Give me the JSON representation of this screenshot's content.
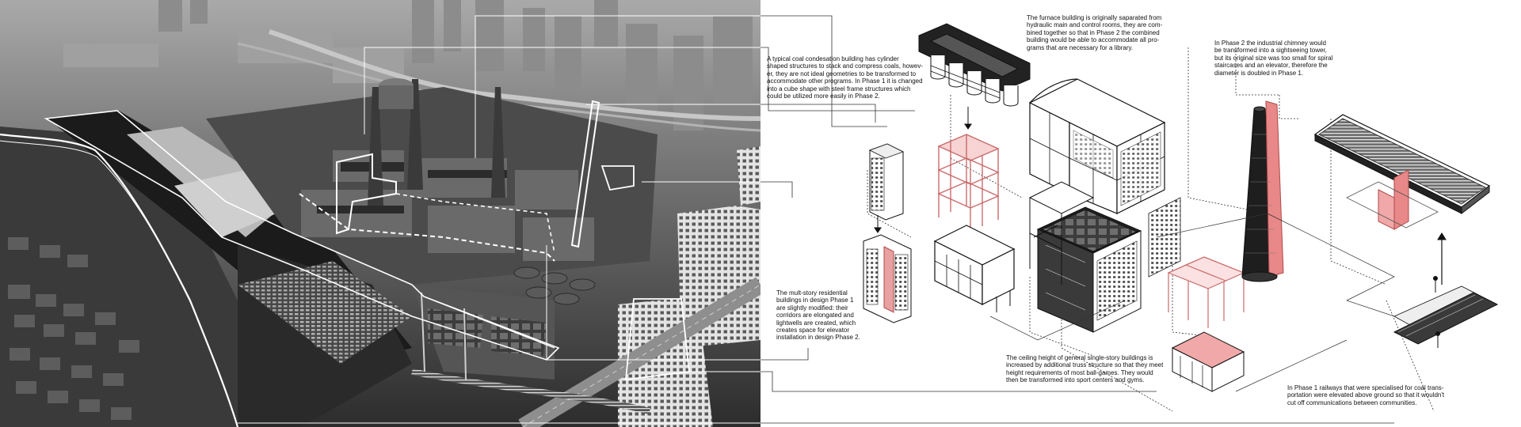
{
  "annotations": {
    "furnace_building": "The furnace building is originally saparated from\nhydraulic main and control rooms, they are com-\nbined together so that in Phase 2 the combined\nbuilding would be able to accommodate all pro-\ngrams that are necessary for a library.",
    "coal_condensation": "A typical coal condesation building has cylinder\nshaped structures to stack and compress coals, howev-\ner, they are not ideal geometries to be transformed to\naccommodate other programs. In Phase 1 it is changed\ninto a cube shape with steel frame structures which\ncould be utilized more easily in Phase 2.",
    "chimney": "In Phase 2 the industrial chimney would\nbe transformed into a sightseeing tower,\nbut its original size was too small for spiral\nstaircases and an elevator, therefore the\ndiameter is doubled in Phase 1.",
    "residential": "The mult-story residential\nbuildings in design Phase 1\nare slightly modified: their\ncorridors are elongated and\nlightwells are created, which\ncreates space for elevator\ninstallation in design Phase 2.",
    "single_story": "The ceiling height of general single-story buildings is\nincreased by additional truss structure so that they meet\nheight requirements of most ball-games. They would\nthen be transformed into sport centers and gyms.",
    "railways": "In Phase 1 railways that were specialised for coal trans-\nportation were elevated above ground so that it wouldn't\ncut off communications between communities."
  },
  "colors": {
    "accent_pink": "#f0a8a8",
    "accent_red": "#e88888",
    "ink": "#111111",
    "photo_dark": "#2a2a2a"
  }
}
